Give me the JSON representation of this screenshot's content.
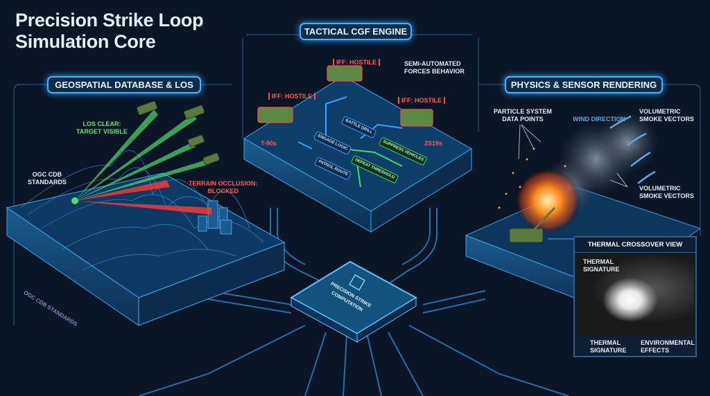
{
  "title": {
    "line1": "Precision Strike Loop",
    "line2": "Simulation Core"
  },
  "panels": {
    "geospatial": {
      "header": "GEOSPATIAL DATABASE & LOS",
      "los_clear": "LOS CLEAR:",
      "target_visible": "TARGET VISIBLE",
      "ogc_label": "OGC CDB",
      "ogc_label2": "STANDARDS",
      "occlusion": "TERRAIN OCCLUSION:",
      "blocked": "BLOCKED",
      "base_label": "OGC CDB STANDARDS"
    },
    "cgf": {
      "header": "TACTICAL CGF ENGINE",
      "behavior_line1": "SEMI-AUTOMATED",
      "behavior_line2": "FORCES BEHAVIOR",
      "iff": "IFF: HOSTILE",
      "unit_left": "T-90s",
      "unit_right": "2S19s",
      "nodes": [
        "BATTLE DRILL",
        "ENGAGE LOGIC",
        "PATROL ROUTE",
        "SUPPRESS VEHICLES",
        "DEFEAT THRESHOLD"
      ]
    },
    "physics": {
      "header": "PHYSICS & SENSOR RENDERING",
      "particles_line1": "PARTICLE SYSTEM",
      "particles_line2": "DATA POINTS",
      "wind": "WIND DIRECTION",
      "smoke_line1": "VOLUMETRIC",
      "smoke_line2": "SMOKE VECTORS",
      "thermal_view": {
        "header": "THERMAL CROSSOVER VIEW",
        "sig_line1": "THERMAL",
        "sig_line2": "SIGNATURE",
        "env_line1": "ENVIRONMENTAL",
        "env_line2": "EFFECTS"
      }
    },
    "core": {
      "line1": "PRECISION STRIKE",
      "line2": "COMPUTATION"
    }
  },
  "colors": {
    "background": "#0a1526",
    "accent": "#3fb4ff",
    "clear": "#5fe07a",
    "blocked": "#ff5a4f"
  }
}
